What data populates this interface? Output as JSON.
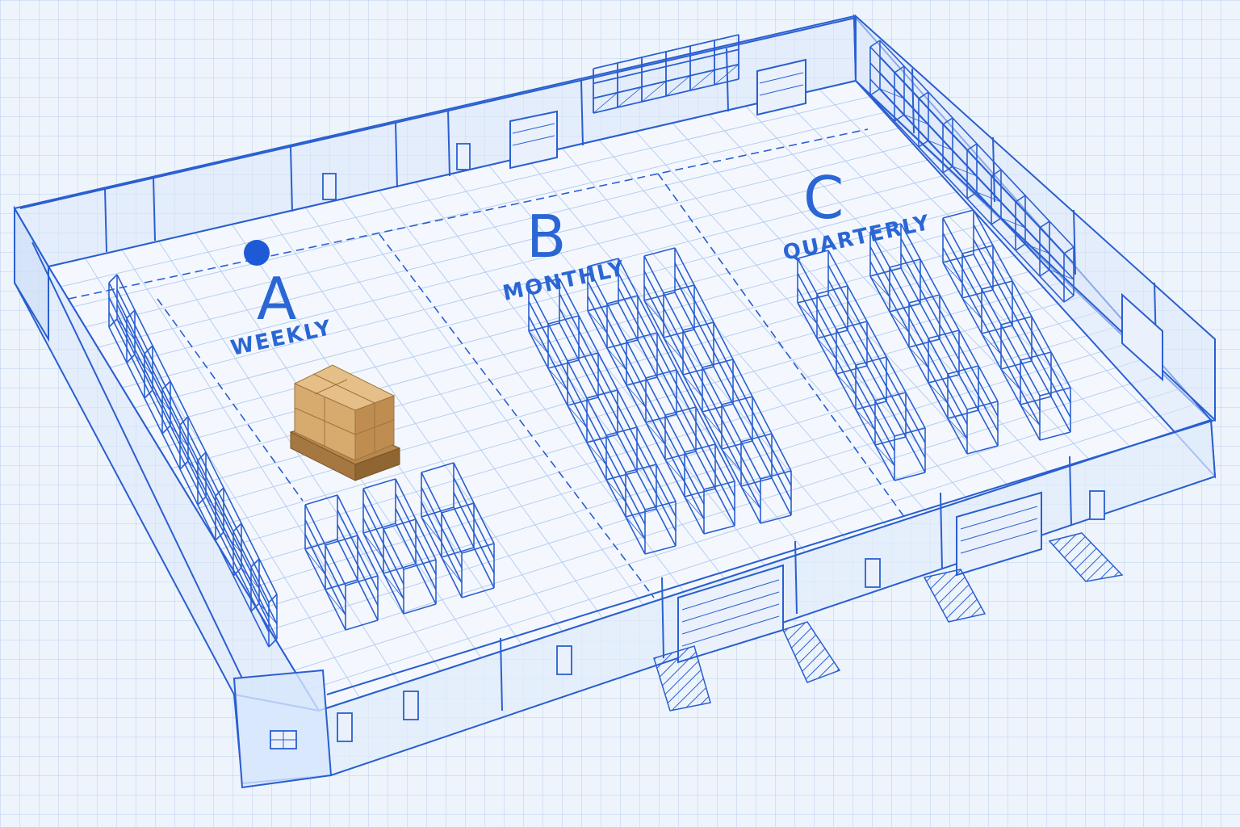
{
  "zones": [
    {
      "letter": "A",
      "frequency": "WEEKLY"
    },
    {
      "letter": "B",
      "frequency": "MONTHLY"
    },
    {
      "letter": "C",
      "frequency": "QUARTERLY"
    }
  ],
  "colors": {
    "line": "#2a5fd0",
    "line_light": "#8fb0ea",
    "floor": "#f3f7fd",
    "marker": "#1f5ad6",
    "box": "#c99a5e",
    "box_dark": "#a57841"
  },
  "icons": [
    "location-dot-icon",
    "pallet-boxes-icon",
    "shelving-rack-icon",
    "loading-door-icon",
    "personnel-door-icon",
    "window-icon"
  ]
}
